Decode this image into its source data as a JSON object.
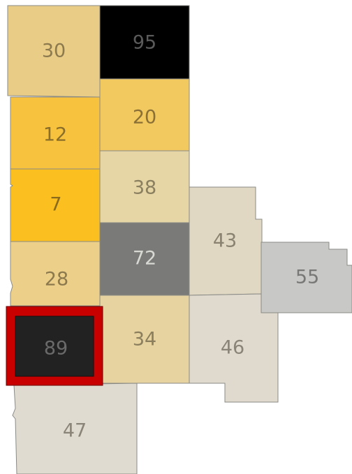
{
  "map": {
    "regions": [
      {
        "id": "r-top-left",
        "label": "30",
        "fill": "#e9cd86",
        "text_color": "#8c7a4e"
      },
      {
        "id": "r-top-right",
        "label": "95",
        "fill": "#000000",
        "text_color": "#5a5a5a"
      },
      {
        "id": "r-row2-left",
        "label": "12",
        "fill": "#f7c33e",
        "text_color": "#8a6e2a"
      },
      {
        "id": "r-row2-right",
        "label": "20",
        "fill": "#f2c95e",
        "text_color": "#8a7036"
      },
      {
        "id": "r-row3-left",
        "label": "7",
        "fill": "#fbc01f",
        "text_color": "#8a6a1c"
      },
      {
        "id": "r-row3-right",
        "label": "38",
        "fill": "#e6d6a6",
        "text_color": "#8a8060"
      },
      {
        "id": "r-row4-left",
        "label": "28",
        "fill": "#ecd08a",
        "text_color": "#8c7a4e"
      },
      {
        "id": "r-row4-right",
        "label": "72",
        "fill": "#7a7a78",
        "text_color": "#d8d8d4"
      },
      {
        "id": "r-east-upper",
        "label": "43",
        "fill": "#e0d8c2",
        "text_color": "#8a8270"
      },
      {
        "id": "r-far-east",
        "label": "55",
        "fill": "#c8c8c6",
        "text_color": "#787876"
      },
      {
        "id": "r-row5-left",
        "label": "89",
        "fill": "#222222",
        "text_color": "#6a6a6a",
        "selected": true,
        "selection_color": "#c80000"
      },
      {
        "id": "r-row5-right",
        "label": "34",
        "fill": "#e6d3a0",
        "text_color": "#8a7e5c"
      },
      {
        "id": "r-east-lower",
        "label": "46",
        "fill": "#e0dace",
        "text_color": "#8a8478"
      },
      {
        "id": "r-bottom",
        "label": "47",
        "fill": "#e0dbd0",
        "text_color": "#8a8478"
      }
    ]
  }
}
